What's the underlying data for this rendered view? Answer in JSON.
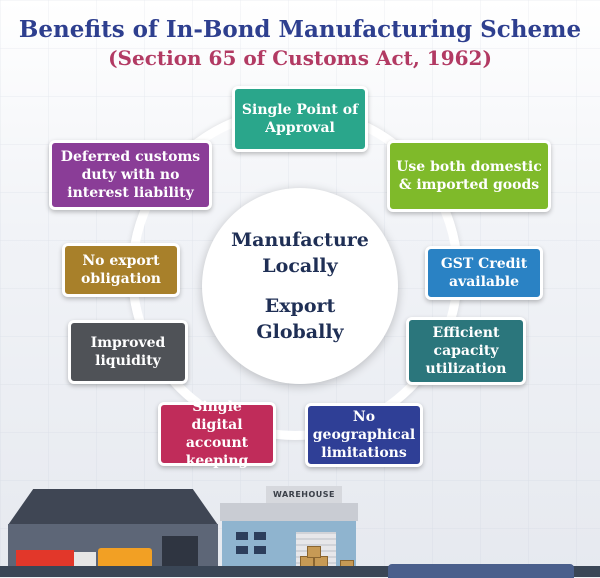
{
  "header": {
    "title": "Benefits of In-Bond Manufacturing Scheme",
    "subtitle": "(Section 65 of Customs Act, 1962)"
  },
  "center": {
    "line1": "Manufacture",
    "line2": "Locally",
    "line3": "Export",
    "line4": "Globally"
  },
  "benefits": [
    {
      "label": "Single Point of Approval",
      "color": "#2aa68b"
    },
    {
      "label": "Use both domestic & imported goods",
      "color": "#7fba2a"
    },
    {
      "label": "GST Credit available",
      "color": "#2a82c4"
    },
    {
      "label": "Efficient capacity utilization",
      "color": "#2b767c"
    },
    {
      "label": "No geographical limitations",
      "color": "#2f3f96"
    },
    {
      "label": "Single digital account keeping",
      "color": "#c02c5a"
    },
    {
      "label": "Improved liquidity",
      "color": "#4f5257"
    },
    {
      "label": "No export obligation",
      "color": "#a8802a"
    },
    {
      "label": "Deferred customs duty with no interest liability",
      "color": "#8a3d97"
    }
  ],
  "illustration": {
    "warehouse_sign": "WAREHOUSE"
  }
}
